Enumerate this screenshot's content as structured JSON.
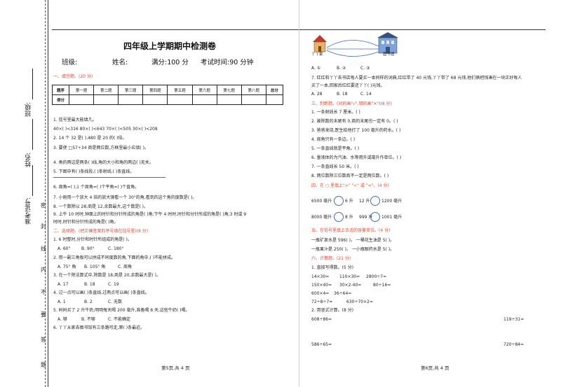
{
  "binding": {
    "class_label": "班级:",
    "name_label": "姓名:",
    "ticket_label": "准考证号:",
    "seal_chars": [
      "密",
      "封",
      "线",
      "内",
      "不",
      "要",
      "答",
      "题"
    ]
  },
  "header": {
    "title": "四年级上学期期中检测卷",
    "class": "班级:",
    "name": "姓名:",
    "full_score": "满分:100 分",
    "time": "考试时间:90 分钟"
  },
  "score_table": {
    "row1": [
      "题序",
      "第一题",
      "第二题",
      "第三题",
      "第四题",
      "第五题",
      "第六题",
      "第七题",
      "第八题",
      "总分"
    ],
    "row2_label": "得分"
  },
  "left": {
    "s1_title": "一、填空题。(20 分)",
    "q1": "1. 括号里最大能填几。",
    "q1a": "40×( )<316   80×( )<643   70×( )<505   30×( )<208",
    "q2": "2. 14 个 32 是( ),480 是 20 的( )倍。",
    "q3": "3. 要使 □57÷34 商是两位数,方框里最小应填( )。",
    "q4": "4. 角的两边是两条( )线,角的大小和角的两边( )无关。",
    "q5": "5. 下图中有( )条线段,( )条射线,( )条直线。",
    "q6": "6. 周角=( ),1 个周角=( )个平角=( )个直角。",
    "q7a": "7. 小刚用一个放大 4 倍的放大镜看一个 30°的角,看到的这个角的度数是( )。",
    "q8": "8. 一个数除以 28,商是 12,余数最大,这个数是( )。",
    "q9a": "9. 上午 10 时时,钟面上的时针和分针所成的角是( )角;下午 4 时时,时针和分针所成的角是( )角;3 时或 9",
    "q9b": "时时,时针和分针所成的角是( )角。",
    "s2_title": "二、选择题。(把正确答案的序号填在括号里)(8 分)",
    "c1": "1. 6 时整时,分针和时针所组成的角是( )。",
    "c1o": [
      "A. 60°",
      "B. 90°",
      "C. 180°"
    ],
    "c2": "2. 用一副三角板可以拼成不同度数的角,下面的角中,( )不能拼成。",
    "c2o": [
      "A. 75° 角",
      "B. 105° 角",
      "C. 周角"
    ],
    "c3": "3. 在一个除法算式中,除数是 18,商是 20,余数最大是( )。",
    "c3o": [
      "A. 17",
      "B. 18",
      "C. 19"
    ],
    "c4": "4. 过一点可以画( )条直线,过两点可以画( )条直线。",
    "c4o": [
      "A. 1",
      "B. 2",
      "C. 无数"
    ],
    "c5": "5. 妈妈买了 2 升牛奶,明明每天喝 200 毫升,准备喝 8 天,这些牛奶( )喝。",
    "c5o": [
      "A. 够",
      "B. 不够",
      "C. 不能确定"
    ],
    "c6": "6. 丫丫从家去图书馆有三条路可走,第( )条最近。",
    "footer": "第5页,共 4 页"
  },
  "right": {
    "home_label": "丫丫家",
    "library_label": "图书馆",
    "r_c6o": [
      "A. ①",
      "B. ②",
      "C. ③"
    ],
    "r_q7a": "7. 红红和丫丫去书店每人要买一本同样的词典,红红带了 40 元钱,丫丫带了 68 元钱,他们俩把钱凑在一块正好每人",
    "r_q7b": "买了一本,回家后红红要还丫丫( )元钱。",
    "r_c7o": [
      "A. 28",
      "B. 18",
      "C. 14"
    ],
    "s3_title": "三、判断题。(对的画\"√\",错的画\"✕\")(8 分)",
    "j": [
      "1. 一条射线长 7 厘米。( )",
      "2. 被除数的末尾有 0,商的末尾也一定有 0。( )",
      "3. 爸爸发烧,医生给他打了 100 毫升的药水。( )",
      "4. 周角只有一条边。( )",
      "5. 一条直线就是平角。( )",
      "6. 量液体的为汽油、水等用升或毫升作单位。( )",
      "7. 一条直线长 50 米。( )",
      "8. 两位数除三位数商不一定是两位数。( )"
    ],
    "s4_title": "四、在 ○ 里填上\">\" \"<\" 或 \"=\"。(4 分)",
    "cmp1": [
      "6500 毫升",
      "6 升",
      "12 升",
      "1200 毫升"
    ],
    "cmp2": [
      "8000 毫升",
      "8 升",
      "999 升",
      "1001 毫升"
    ],
    "s5_title": "五、在括号里填上合适的容量单位。(4 分)",
    "u1": "一瓶矿泉水是 596( )。   一桶花生油是 5( )。",
    "u2": "一瓶果汁是 250( )。   一小瓶眼药水是 5( )。",
    "s6_title": "六、计算题。(21 分)",
    "k1": "1. 直接写得数。(5 分)",
    "k_row1": [
      "14×30=",
      "110×30=",
      "2800÷7="
    ],
    "k_row2": [
      "150×40=",
      "30×2-40=",
      "80÷16="
    ],
    "k_row3": [
      "600×4=",
      "36÷64="
    ],
    "k_row4": [
      "72÷8÷7=",
      "630÷70×2="
    ],
    "k2": "2. 用竖式计算。(8 分)",
    "v1": [
      "608÷86=",
      "119÷31="
    ],
    "v2": [
      "586÷65=",
      "720÷84="
    ],
    "footer": "第6页,共 4 页"
  }
}
